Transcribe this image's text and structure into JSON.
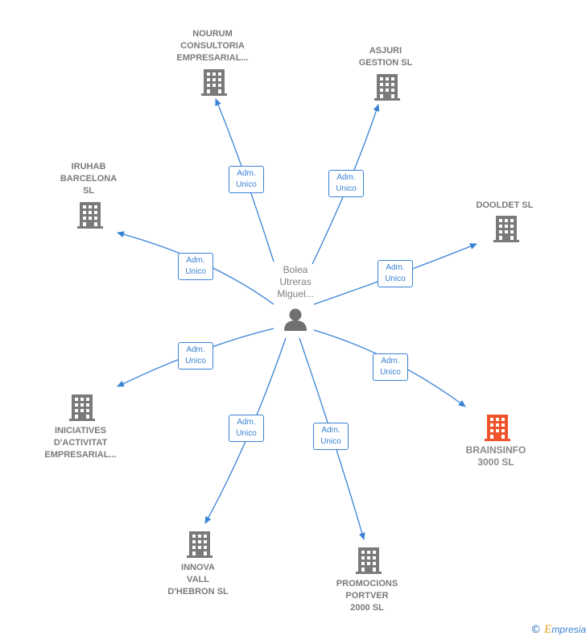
{
  "center": {
    "label_lines": [
      "Bolea",
      "Utreras",
      "Miguel..."
    ]
  },
  "edge_label": {
    "line1": "Adm.",
    "line2": "Unico"
  },
  "nodes": [
    {
      "id": "nourum",
      "lines": [
        "NOURUM",
        "CONSULTORIA",
        "EMPRESARIAL..."
      ],
      "highlight": false
    },
    {
      "id": "asjuri",
      "lines": [
        "ASJURI",
        "GESTION SL"
      ],
      "highlight": false
    },
    {
      "id": "iruhab",
      "lines": [
        "IRUHAB",
        "BARCELONA",
        "SL"
      ],
      "highlight": false
    },
    {
      "id": "dooldet",
      "lines": [
        "DOOLDET SL"
      ],
      "highlight": false
    },
    {
      "id": "iniciatives",
      "lines": [
        "INICIATIVES",
        "D'ACTIVITAT",
        "EMPRESARIAL..."
      ],
      "highlight": false
    },
    {
      "id": "brainsinfo",
      "lines": [
        "BRAINSINFO",
        "3000 SL"
      ],
      "highlight": true
    },
    {
      "id": "innova",
      "lines": [
        "INNOVA",
        "VALL",
        "D'HEBRON SL"
      ],
      "highlight": false
    },
    {
      "id": "promocions",
      "lines": [
        "PROMOCIONS",
        "PORTVER",
        "2000 SL"
      ],
      "highlight": false
    }
  ],
  "colors": {
    "edge": "#3a82d6",
    "building": "#7a7a7a",
    "highlight": "#f0522a",
    "person": "#707070"
  },
  "footer": {
    "copyright": "©",
    "brand_e": "E",
    "brand_rest": "mpresia"
  }
}
